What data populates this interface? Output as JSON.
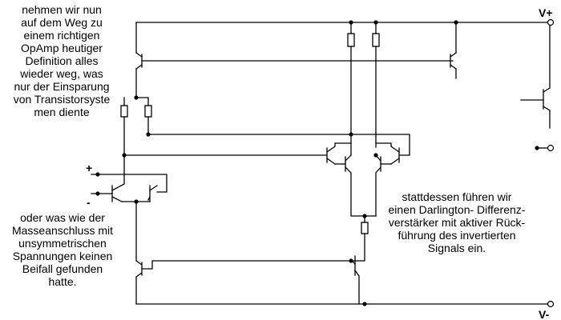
{
  "notes": {
    "top_left": [
      "nehmen wir nun",
      "auf dem Weg zu",
      "einem richtigen",
      "OpAmp heutiger",
      "Definition alles",
      "wieder weg, was",
      "nur der Einsparung",
      "von Transistorsyste",
      "men diente"
    ],
    "bottom_left": [
      "oder was wie der",
      "Masseanschluss mit",
      "unsymmetrischen",
      "Spannungen keinen",
      "Beifall gefunden",
      "hatte."
    ],
    "right": [
      "stattdessen führen wir",
      "einen Darlington- Differenz-",
      "verstärker mit aktiver Rück-",
      "führung des invertierten",
      "Signals ein."
    ]
  },
  "labels": {
    "v_plus": "V+",
    "v_minus": "V-",
    "input_plus": "+",
    "input_minus": "-"
  },
  "colors": {
    "ink": "#000000",
    "background": "#ffffff"
  }
}
